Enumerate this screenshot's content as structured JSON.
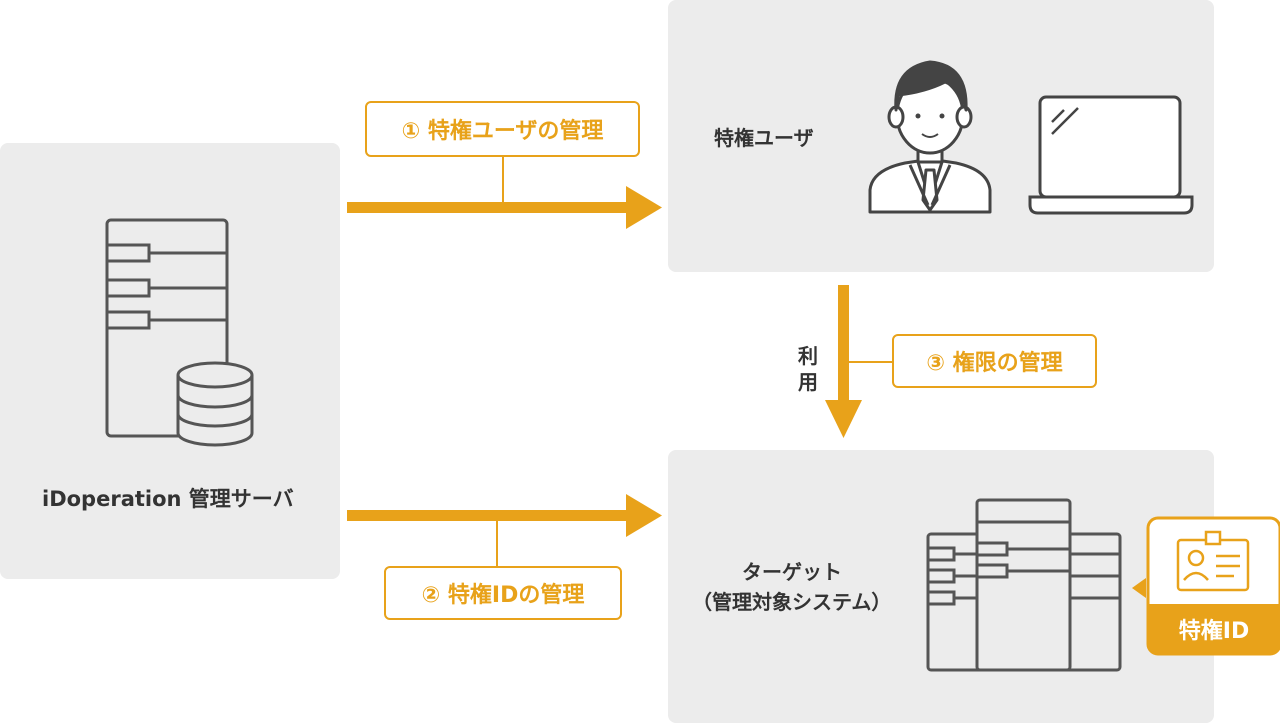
{
  "server": {
    "label": "iDoperation 管理サーバ"
  },
  "user_panel": {
    "label": "特権ユーザ"
  },
  "target_panel": {
    "line1": "ターゲット",
    "line2": "（管理対象システム）"
  },
  "flows": {
    "manage_users": "① 特権ユーザの管理",
    "manage_ids": "② 特権IDの管理",
    "manage_rights": "③ 権限の管理",
    "use_line1": "利",
    "use_line2": "用"
  },
  "badge": {
    "label": "特権ID"
  },
  "colors": {
    "accent": "#e8a21a",
    "panel": "#ececec",
    "stroke": "#555555"
  }
}
